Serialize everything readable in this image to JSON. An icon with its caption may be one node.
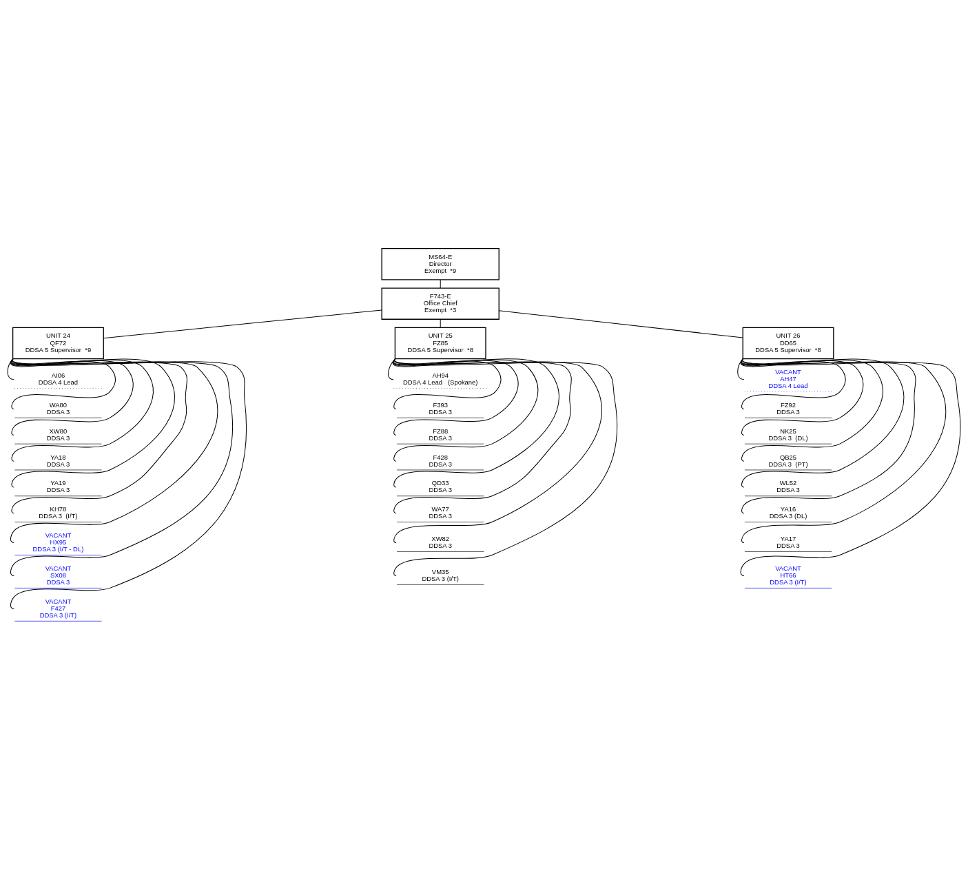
{
  "diagram": {
    "nodes": [
      {
        "text": [
          "MS64-E",
          "Director",
          "Exempt  *9"
        ]
      },
      {
        "text": [
          "F743-E",
          "Office Chief",
          "Exempt  *3"
        ]
      },
      {
        "text": [
          "UNIT 24",
          "QF72",
          "DDSA 5 Supervisor  *9"
        ]
      },
      {
        "text": [
          "UNIT 25",
          "FZ85",
          "DDSA 5 Supervisor  *8"
        ]
      },
      {
        "text": [
          "UNIT 26",
          "DD65",
          "DDSA 5 Supervisor  *8"
        ]
      },
      {
        "text": [
          "AI06",
          "DDSA 4 Lead"
        ]
      },
      {
        "text": [
          "WA80",
          "DDSA 3"
        ]
      },
      {
        "text": [
          "XW80",
          "DDSA 3"
        ]
      },
      {
        "text": [
          "YA18",
          "DDSA 3"
        ]
      },
      {
        "text": [
          "YA19",
          "DDSA 3"
        ]
      },
      {
        "text": [
          "KH78",
          "DDSA 3  (I/T)"
        ]
      },
      {
        "text": [
          "VACANT",
          "HX95",
          "DDSA 3 (I/T - DL)"
        ]
      },
      {
        "text": [
          "VACANT",
          "SX08",
          "DDSA 3"
        ]
      },
      {
        "text": [
          "VACANT",
          "F427",
          "DDSA 3 (I/T)"
        ]
      },
      {
        "text": [
          "AH94",
          "DDSA 4 Lead   (Spokane)"
        ]
      },
      {
        "text": [
          "F393",
          "DDSA 3"
        ]
      },
      {
        "text": [
          "FZ88",
          "DDSA 3"
        ]
      },
      {
        "text": [
          "F428",
          "DDSA 3"
        ]
      },
      {
        "text": [
          "QD33",
          "DDSA 3"
        ]
      },
      {
        "text": [
          "WA77",
          "DDSA 3"
        ]
      },
      {
        "text": [
          "XW82",
          "DDSA 3"
        ]
      },
      {
        "text": [
          "VM35",
          "DDSA 3 (I/T)"
        ]
      },
      {
        "text": [
          "VACANT",
          "AH47",
          "DDSA 4 Lead"
        ]
      },
      {
        "text": [
          "FZ92",
          "DDSA 3"
        ]
      },
      {
        "text": [
          "NK25",
          "DDSA 3  (DL)"
        ]
      },
      {
        "text": [
          "QB25",
          "DDSA 3  (PT)"
        ]
      },
      {
        "text": [
          "WL52",
          "DDSA 3"
        ]
      },
      {
        "text": [
          "YA16",
          "DDSA 3 (DL)"
        ]
      },
      {
        "text": [
          "YA17",
          "DDSA 3"
        ]
      },
      {
        "text": [
          "VACANT",
          "HT66",
          "DDSA 3 (I/T)"
        ]
      }
    ],
    "edges": [
      {
        "from": 0,
        "to": 1,
        "arrow": "none"
      },
      {
        "from": 1,
        "to": 2,
        "arrow": "none"
      },
      {
        "from": 1,
        "to": 3,
        "arrow": "none"
      },
      {
        "from": 1,
        "to": 4,
        "arrow": "none"
      },
      {
        "from": 2,
        "to": 5,
        "arrow": "none"
      },
      {
        "from": 2,
        "to": 6,
        "arrow": "none"
      },
      {
        "from": 2,
        "to": 7,
        "arrow": "none"
      },
      {
        "from": 2,
        "to": 8,
        "arrow": "none"
      },
      {
        "from": 2,
        "to": 9,
        "arrow": "none"
      },
      {
        "from": 2,
        "to": 10,
        "arrow": "none"
      },
      {
        "from": 2,
        "to": 11,
        "arrow": "none"
      },
      {
        "from": 2,
        "to": 12,
        "arrow": "none"
      },
      {
        "from": 2,
        "to": 13,
        "arrow": "none"
      },
      {
        "from": 3,
        "to": 14,
        "arrow": "none"
      },
      {
        "from": 3,
        "to": 15,
        "arrow": "none"
      },
      {
        "from": 3,
        "to": 16,
        "arrow": "none"
      },
      {
        "from": 3,
        "to": 17,
        "arrow": "none"
      },
      {
        "from": 3,
        "to": 18,
        "arrow": "none"
      },
      {
        "from": 3,
        "to": 19,
        "arrow": "none"
      },
      {
        "from": 3,
        "to": 20,
        "arrow": "none"
      },
      {
        "from": 3,
        "to": 21,
        "arrow": "none"
      },
      {
        "from": 4,
        "to": 22,
        "arrow": "none"
      },
      {
        "from": 4,
        "to": 23,
        "arrow": "none"
      },
      {
        "from": 4,
        "to": 24,
        "arrow": "none"
      },
      {
        "from": 4,
        "to": 25,
        "arrow": "none"
      },
      {
        "from": 4,
        "to": 26,
        "arrow": "none"
      },
      {
        "from": 4,
        "to": 27,
        "arrow": "none"
      },
      {
        "from": 4,
        "to": 28,
        "arrow": "none"
      },
      {
        "from": 4,
        "to": 29,
        "arrow": "none"
      }
    ]
  }
}
